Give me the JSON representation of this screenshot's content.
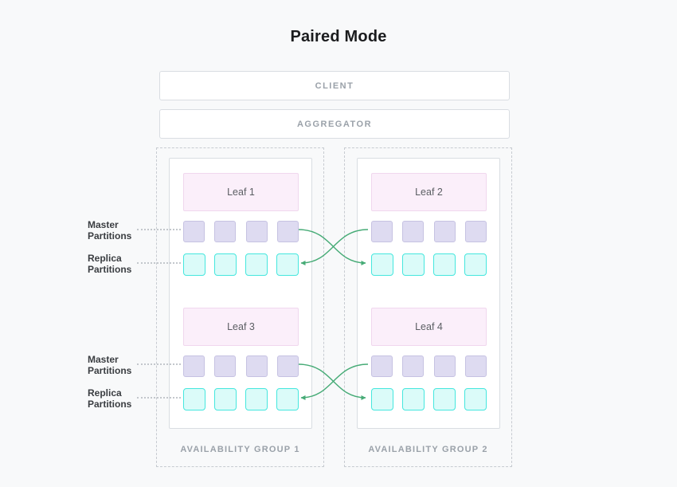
{
  "title": "Paired Mode",
  "tiers": {
    "client": "CLIENT",
    "aggregator": "AGGREGATOR"
  },
  "groups": [
    {
      "label": "AVAILABILITY GROUP 1",
      "leaves": [
        {
          "label": "Leaf 1"
        },
        {
          "label": "Leaf 3"
        }
      ]
    },
    {
      "label": "AVAILABILITY GROUP 2",
      "leaves": [
        {
          "label": "Leaf 2"
        },
        {
          "label": "Leaf 4"
        }
      ]
    }
  ],
  "partition_labels": {
    "master": "Master Partitions",
    "replica": "Replica Partitions"
  },
  "partitions_per_row": 4,
  "colors": {
    "master_fill": "#dedbf1",
    "master_border": "#c6c2e2",
    "replica_fill": "#dbfbf9",
    "replica_border": "#45e7de",
    "leaf_fill": "#fbeffa",
    "leaf_border": "#f0d7ee",
    "arrow": "#46ab76",
    "background": "#f8f9fa"
  }
}
